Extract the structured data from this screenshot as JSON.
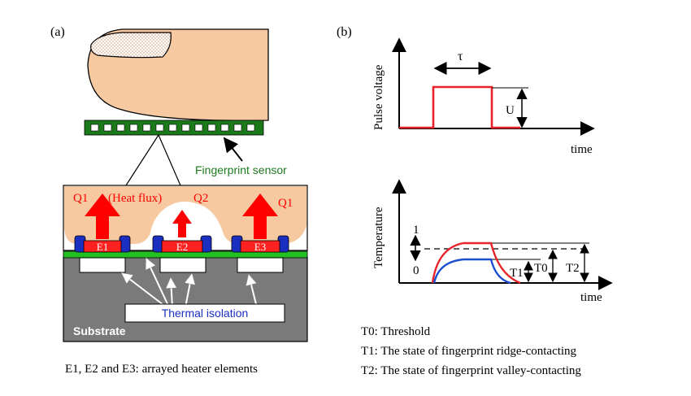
{
  "panel_a": {
    "label": "(a)",
    "fingerprint_sensor_label": "Fingerprint sensor",
    "q1_left": "Q1",
    "heat_flux": "(Heat flux)",
    "q2": "Q2",
    "q1_right": "Q1",
    "heaters": [
      "E1",
      "E2",
      "E3"
    ],
    "thermal_isolation": "Thermal isolation",
    "substrate": "Substrate",
    "caption": "E1, E2 and E3: arrayed heater elements"
  },
  "panel_b": {
    "label": "(b)",
    "top_plot": {
      "ylabel": "Pulse voltage",
      "xlabel": "time",
      "tau": "τ",
      "amplitude": "U"
    },
    "bottom_plot": {
      "ylabel": "Temperature",
      "xlabel": "time",
      "level_one": "1",
      "level_zero": "0",
      "t1": "T1",
      "t0": "T0",
      "t2": "T2"
    },
    "legend": [
      {
        "symbol": "T0",
        "text": ": Threshold"
      },
      {
        "symbol": "T1",
        "text": ": The state of fingerprint ridge-contacting"
      },
      {
        "symbol": "T2",
        "text": ": The state of fingerprint valley-contacting"
      }
    ]
  },
  "colors": {
    "skin": "#f7c9a0",
    "heat_arrow": "#ff0000",
    "sensor_green": "#1a7a1a",
    "label_green": "#1e7a1e",
    "heater_blue": "#1a2ec0",
    "substrate_gray": "#7a7a7a",
    "pulse_red": "#e8222a",
    "ridge_blue": "#1a4fd0"
  }
}
